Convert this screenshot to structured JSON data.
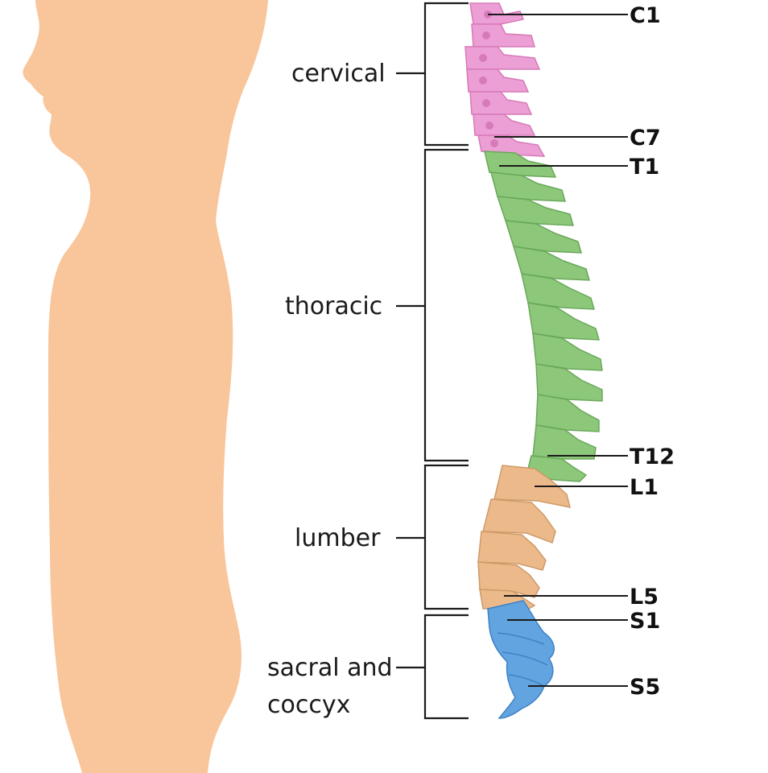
{
  "colors": {
    "body": "#f9c59a",
    "cervical": "#ec9fd4",
    "cervical_dark": "#d77ab9",
    "thoracic": "#8dc77a",
    "thoracic_dark": "#6aa85a",
    "lumbar": "#ebb98a",
    "lumbar_dark": "#cf9a68",
    "sacral": "#62a4e0",
    "sacral_dark": "#3f82c4",
    "text": "#1a1a1a"
  },
  "regions": {
    "cervical": "cervical",
    "thoracic": "thoracic",
    "lumbar": "lumber",
    "sacral_line1": "sacral and",
    "sacral_line2": "coccyx"
  },
  "vertebrae": {
    "c1": "C1",
    "c7": "C7",
    "t1": "T1",
    "t12": "T12",
    "l1": "L1",
    "l5": "L5",
    "s1": "S1",
    "s5": "S5"
  }
}
